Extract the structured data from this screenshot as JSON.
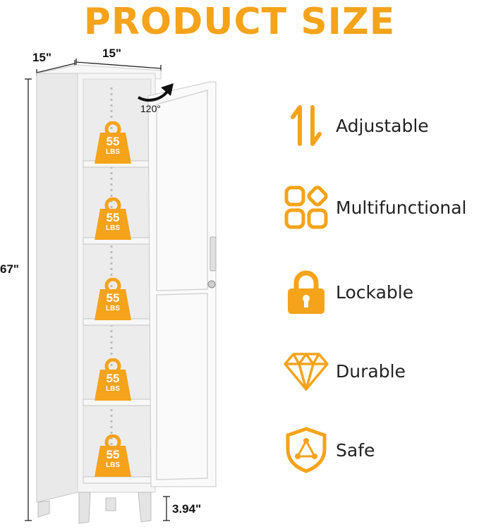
{
  "title": "PRODUCT SIZE",
  "colors": {
    "accent": "#F5A31A",
    "cabinet": "#F3F3F3",
    "line": "#333333"
  },
  "dimensions": {
    "depth": "15\"",
    "width": "15\"",
    "height": "67\"",
    "leg_height": "3.94\"",
    "door_angle": "120°"
  },
  "shelf_load": {
    "number": "55",
    "unit": "LBS"
  },
  "features": [
    {
      "icon": "adjustable-arrows-icon",
      "label": "Adjustable"
    },
    {
      "icon": "multifunctional-grid-icon",
      "label": "Multifunctional"
    },
    {
      "icon": "padlock-icon",
      "label": "Lockable"
    },
    {
      "icon": "diamond-icon",
      "label": "Durable"
    },
    {
      "icon": "shield-icon",
      "label": "Safe"
    }
  ]
}
